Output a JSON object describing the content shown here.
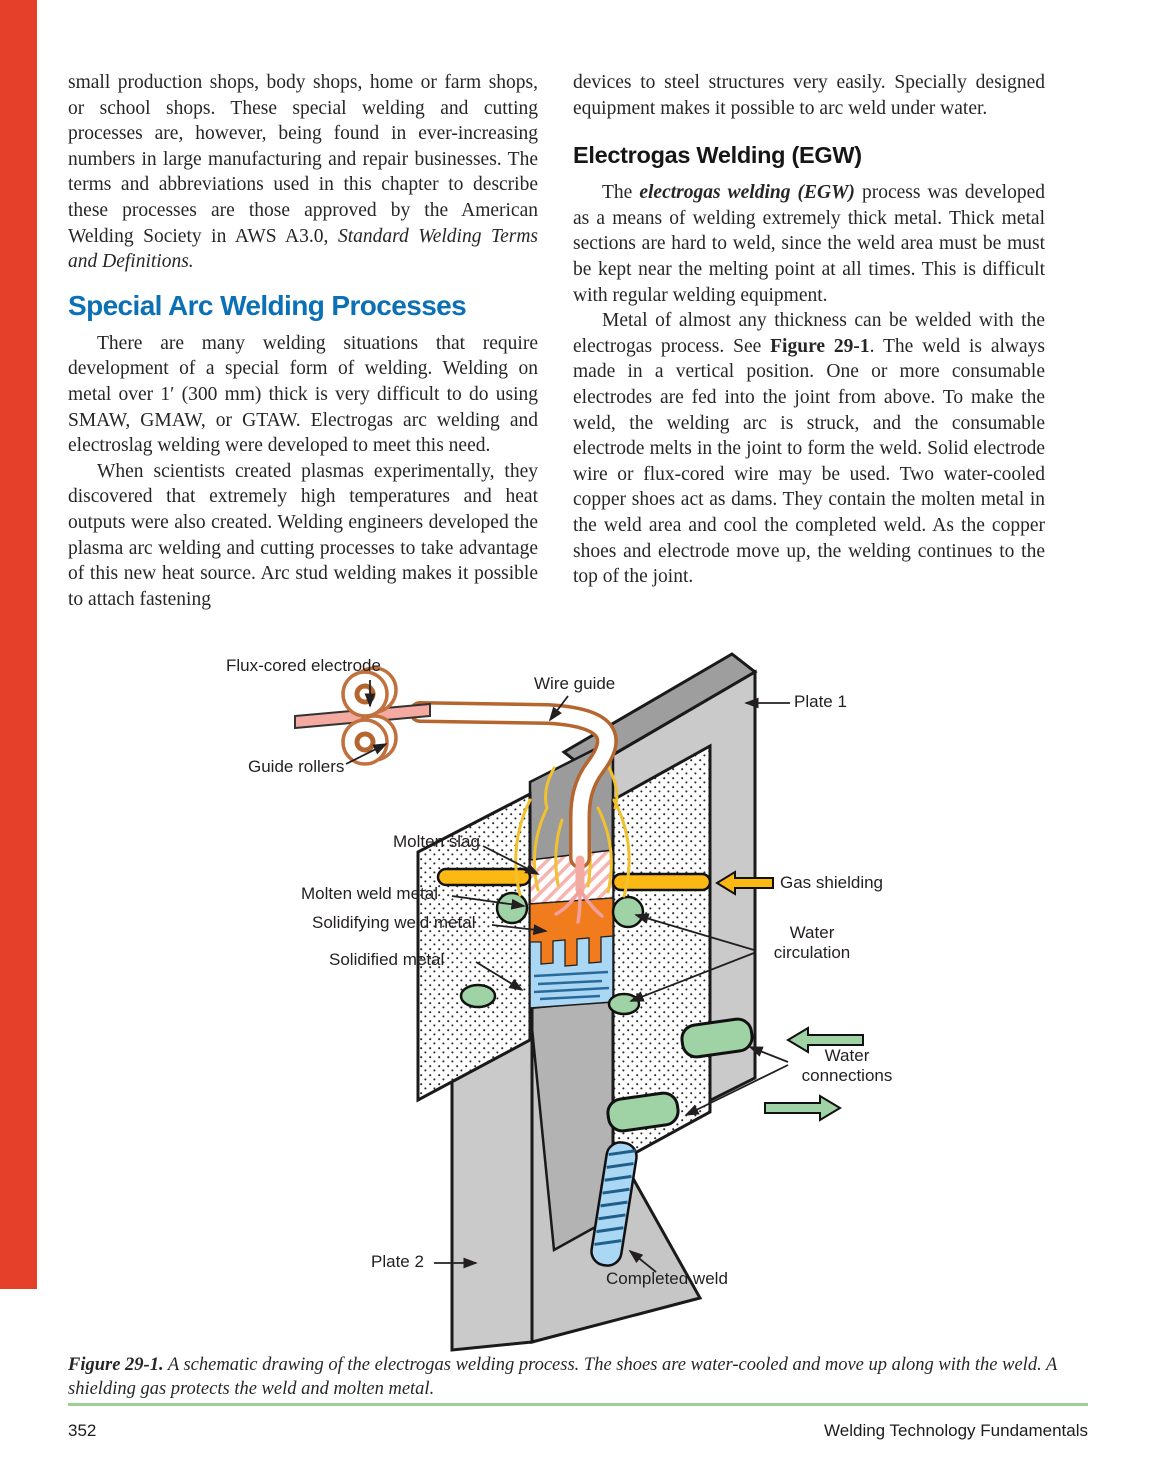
{
  "page": {
    "red_bar_color": "#e5402a",
    "heading_blue": "#0c70b6",
    "rule_green": "#a0cf96",
    "footer": {
      "page_number": "352",
      "book_title": "Welding Technology Fundamentals"
    }
  },
  "left_column": {
    "para1": "small production shops, body shops, home or farm shops, or school shops. These special welding and cutting processes are, however, being found in ever-increasing numbers in large manufacturing and repair businesses. The terms and abbreviations used in this chapter to describe these processes are those approved by the American Welding Society in AWS A3.0, ",
    "para1_italic": "Standard Welding Terms and Definitions.",
    "section_heading": "Special Arc Welding Processes",
    "para2": "There are many welding situations that require development of a special form of welding. Welding on metal over 1′ (300 mm) thick is very difficult to do using SMAW, GMAW, or GTAW. Electrogas arc welding and electroslag welding were developed to meet this need.",
    "para3": "When scientists created plasmas experimentally, they discovered that extremely high temperatures and heat outputs were also created. Welding engineers developed the plasma arc welding and cutting processes to take advantage of this new heat source. Arc stud welding makes it possible to attach fastening"
  },
  "right_column": {
    "para1": "devices to steel structures very easily. Specially designed equipment makes it possible to arc weld under water.",
    "subsection_heading": "Electrogas Welding (EGW)",
    "para2_pre": "The ",
    "para2_emphasis": "electrogas welding (EGW)",
    "para2_post": " process was developed as a means of welding extremely thick metal. Thick metal sections are hard to weld, since the weld area must be must be kept near the melting point at all times. This is difficult with regular welding equipment.",
    "para3_pre": "Metal of almost any thickness can be welded with the electrogas process. See ",
    "para3_bold": "Figure 29-1",
    "para3_post": ". The weld is always made in a vertical position. One or more consumable electrodes are fed into the joint from above. To make the weld, the welding arc is struck, and the consumable electrode melts in the joint to form the weld. Solid electrode wire or flux-cored wire may be used. Two water-cooled copper shoes act as dams. They contain the molten metal in the weld area and cool the completed weld. As the copper shoes and electrode move up, the welding continues to the top of the joint."
  },
  "figure": {
    "labels": {
      "flux_cored_electrode": "Flux-cored electrode",
      "wire_guide": "Wire guide",
      "plate_1": "Plate 1",
      "guide_rollers": "Guide rollers",
      "molten_slag": "Molten slag",
      "gas_shielding": "Gas shielding",
      "molten_weld_metal": "Molten weld metal",
      "solidifying_weld_metal": "Solidifying weld metal",
      "water_circulation_line1": "Water",
      "water_circulation_line2": "circulation",
      "solidified_metal": "Solidified metal",
      "water_connections_line1": "Water",
      "water_connections_line2": "connections",
      "plate_2": "Plate 2",
      "completed_weld": "Completed weld"
    },
    "colors": {
      "plate_gray": "#cacaca",
      "plate_gray_dark": "#9e9e9e",
      "molten_weld_orange": "#f07c1e",
      "weld_blue": "#a9d7f4",
      "water_green": "#9fd3a5",
      "gas_yellow": "#fdb913",
      "electrode_pink": "#f4a9a1",
      "guide_outline_brown": "#b5652e",
      "arc_yellow": "#f2c12e"
    }
  },
  "caption": {
    "label": "Figure 29-1.",
    "text": " A schematic drawing of the electrogas welding process. The shoes are water-cooled and move up along with the weld. A shielding gas protects the weld and molten metal."
  }
}
